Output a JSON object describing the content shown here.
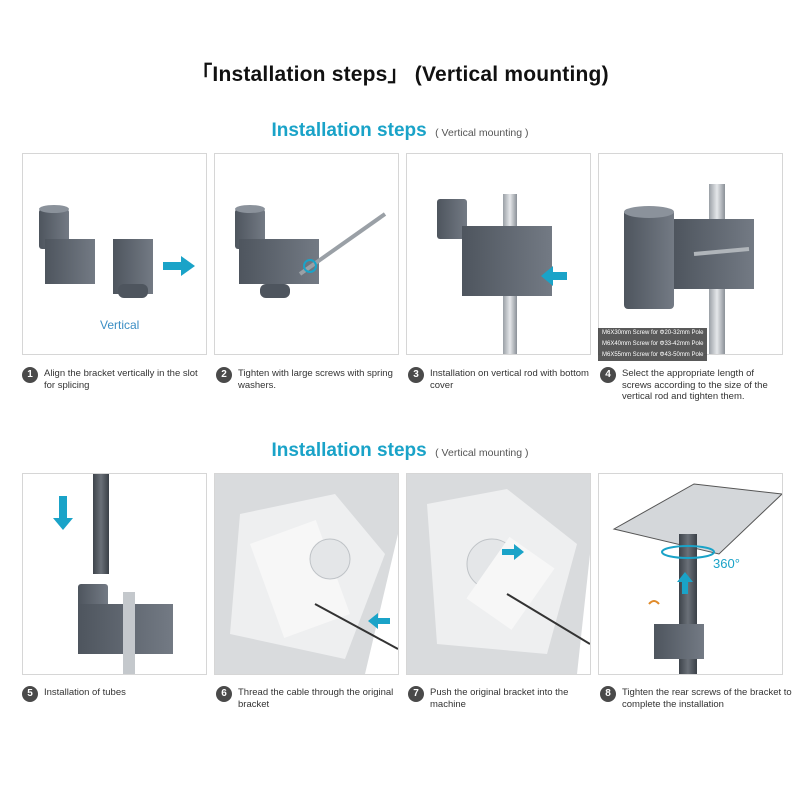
{
  "title": "「Installation steps」 (Vertical mounting)",
  "sections": [
    {
      "heading": "Installation steps",
      "sub": "( Vertical mounting )"
    },
    {
      "heading": "Installation steps",
      "sub": "( Vertical mounting )"
    }
  ],
  "labels": {
    "vertical": "Vertical",
    "rotation": "360°",
    "screws": [
      "M6X30mm Screw for Φ20-32mm Pole",
      "M6X40mm Screw for Φ33-42mm Pole",
      "M6X55mm Screw for Φ43-50mm Pole"
    ]
  },
  "steps": [
    {
      "num": "1",
      "text": "Align the bracket vertically in the slot for splicing"
    },
    {
      "num": "2",
      "text": "Tighten with large screws with spring washers."
    },
    {
      "num": "3",
      "text": "Installation on vertical rod with bottom cover"
    },
    {
      "num": "4",
      "text": "Select the appropriate length of screws  according to the size of the vertical rod and tighten them."
    },
    {
      "num": "5",
      "text": "Installation of tubes"
    },
    {
      "num": "6",
      "text": "Thread the cable through the original bracket"
    },
    {
      "num": "7",
      "text": "Push the original bracket into the machine"
    },
    {
      "num": "8",
      "text": "Tighten the rear screws of the bracket to complete the installation"
    }
  ],
  "colors": {
    "accent": "#1aa3c8",
    "bracket": "#5f6670",
    "badge": "#4a4a4a"
  }
}
